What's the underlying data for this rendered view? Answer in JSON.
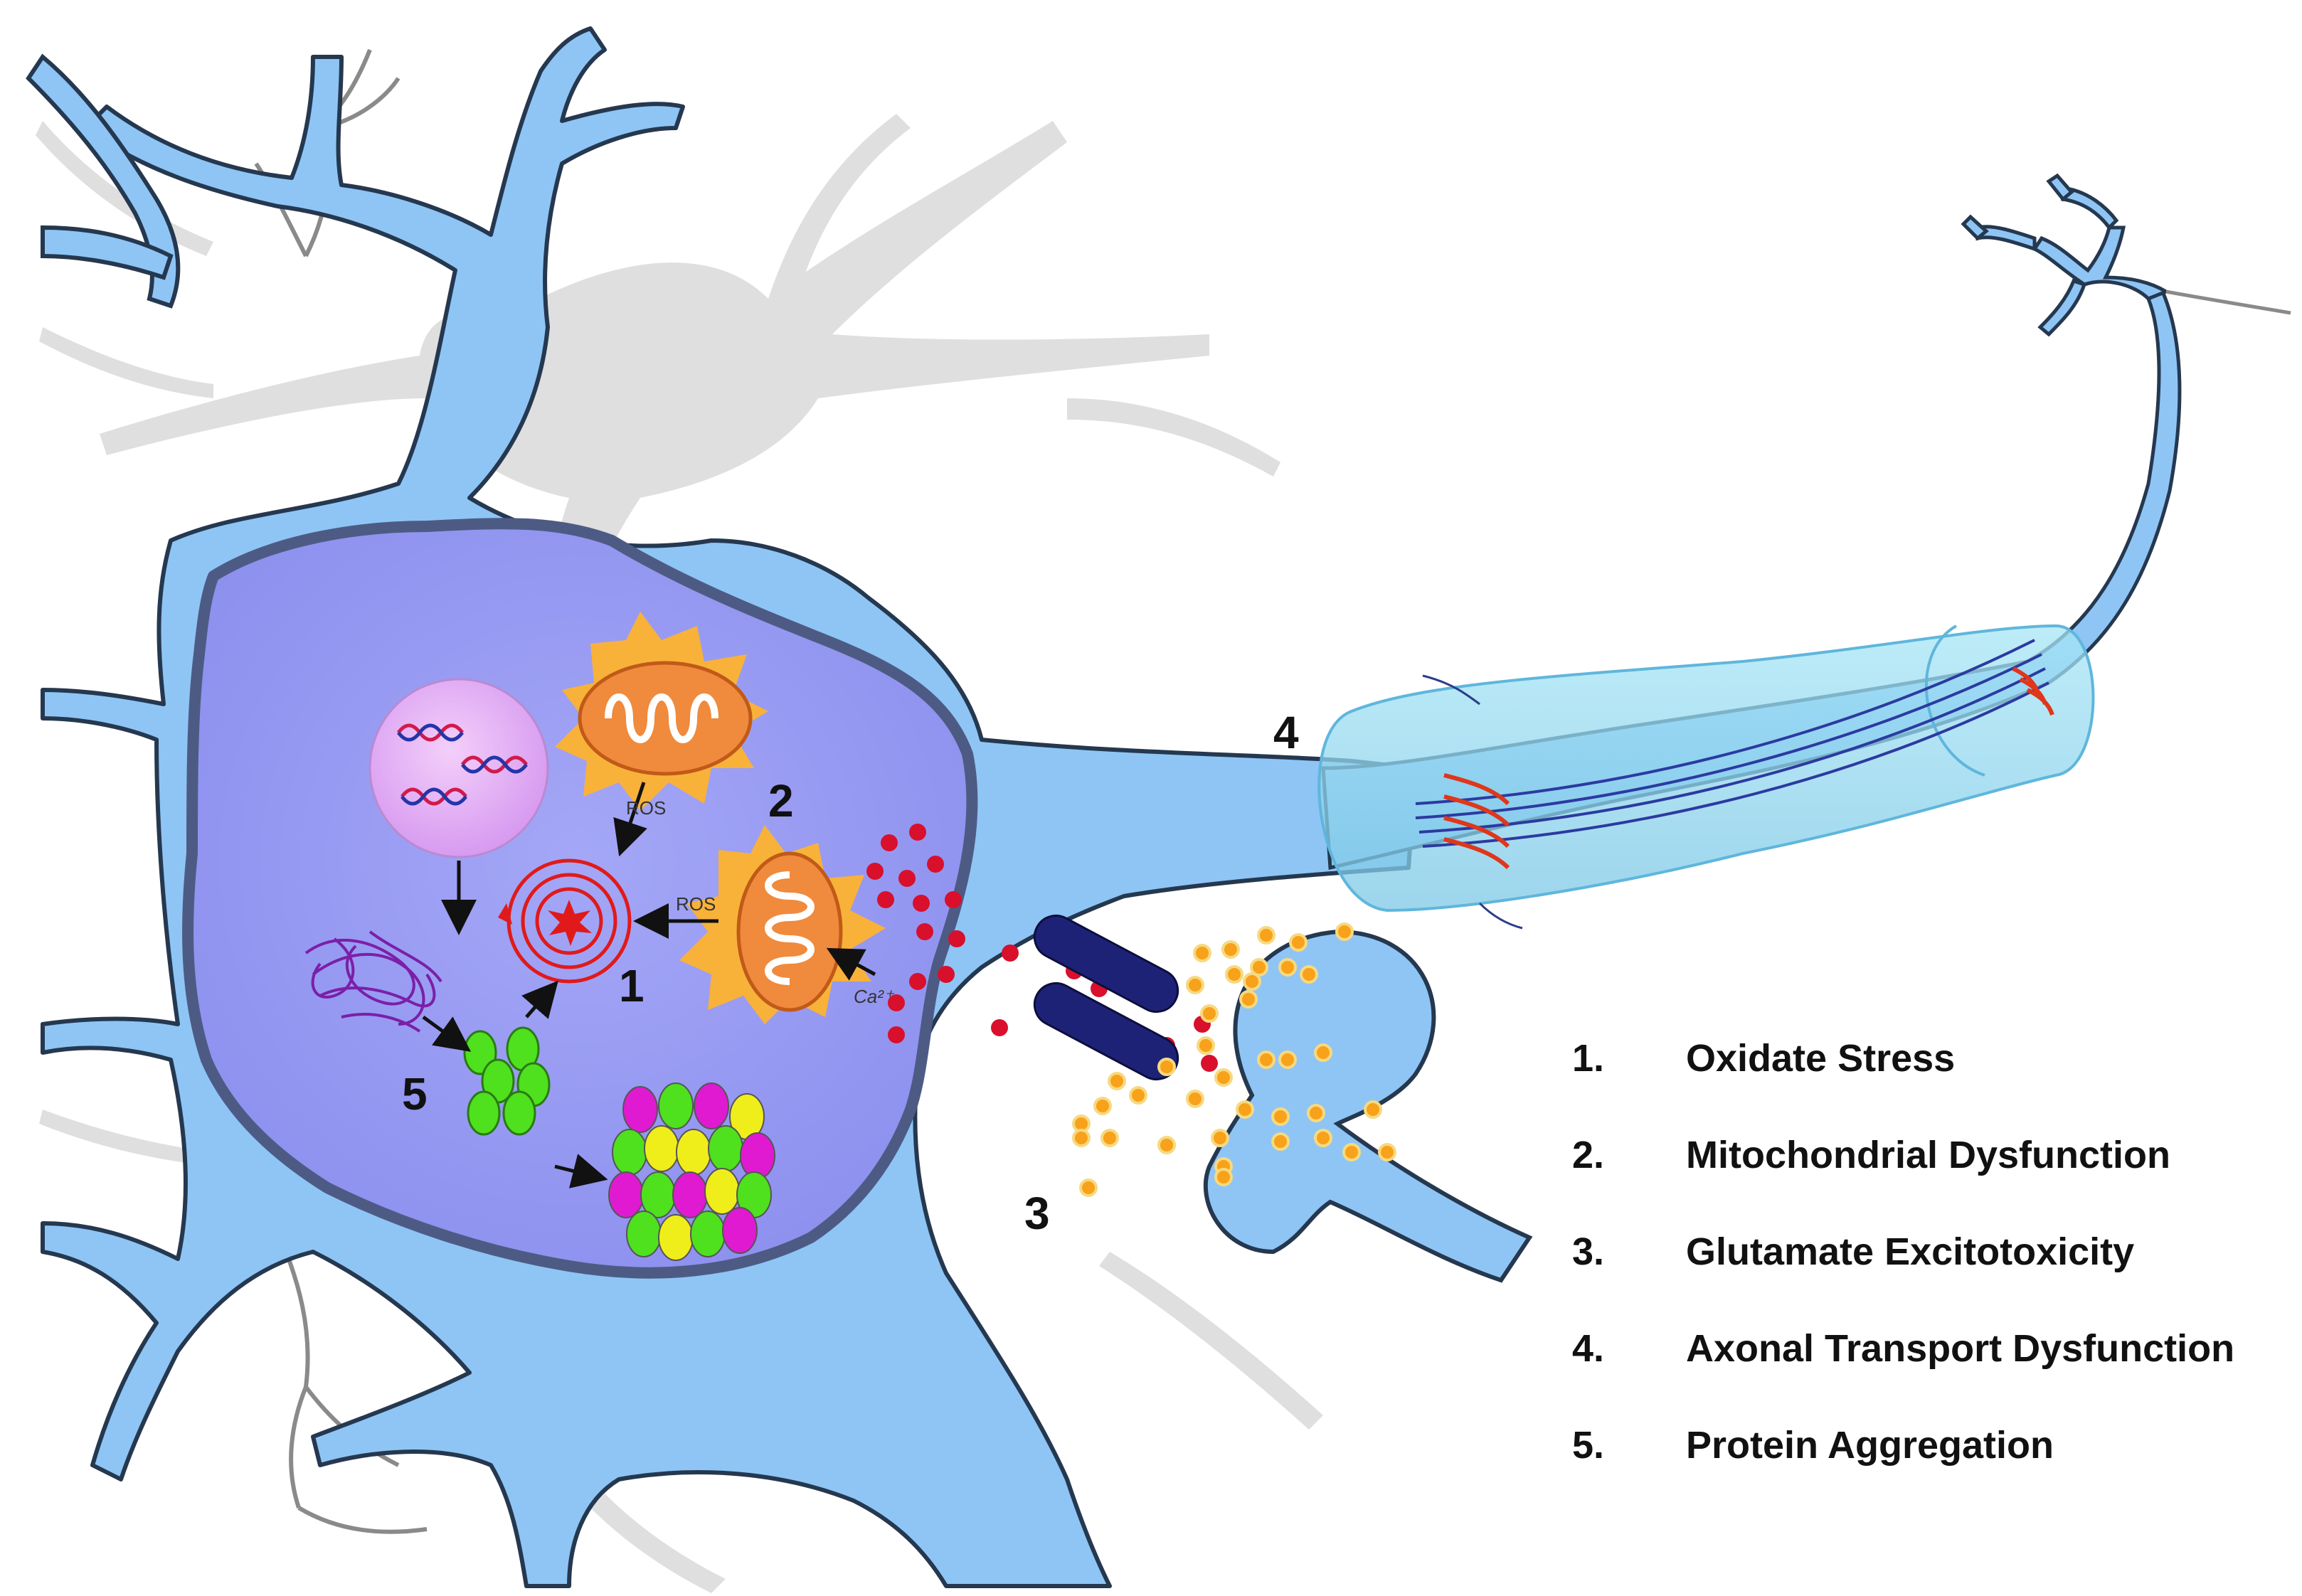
{
  "diagram": {
    "markers": {
      "m1": "1",
      "m2": "2",
      "m3": "3",
      "m4": "4",
      "m5": "5"
    },
    "small_labels": {
      "ros_top": "ROS",
      "ros_side": "ROS",
      "calcium": "Ca²⁺"
    },
    "colors": {
      "neuron_body": "#8ec5f5",
      "neuron_outline": "#25384f",
      "nucleus": "#9a9cf2",
      "background_neuron": "#dcdcdc",
      "myelin": "#8ad7ee",
      "mitochondria": "#f08a3c",
      "ros_burst": "#f8b23a",
      "calcium_ions": "#d8102c",
      "glutamate": "#f7a21a",
      "receptor": "#1e2277",
      "aggregate_green": "#4fe01e",
      "aggregate_yellow": "#f0ee1a",
      "aggregate_magenta": "#e01ad0"
    },
    "icons": [
      "dna-icon",
      "mitochondrion-icon",
      "ros-burst-icon",
      "dna-damage-spiral-icon",
      "tangled-protein-icon",
      "protein-cluster-icon",
      "receptor-channel-icon",
      "synaptic-terminal-icon",
      "myelin-sheath-icon",
      "microtubule-icon"
    ]
  },
  "legend": {
    "items": [
      {
        "num": "1.",
        "text": "Oxidate Stress"
      },
      {
        "num": "2.",
        "text": "Mitochondrial Dysfunction"
      },
      {
        "num": "3.",
        "text": "Glutamate Excitotoxicity"
      },
      {
        "num": "4.",
        "text": "Axonal Transport Dysfunction"
      },
      {
        "num": "5.",
        "text": "Protein Aggregation"
      }
    ]
  }
}
